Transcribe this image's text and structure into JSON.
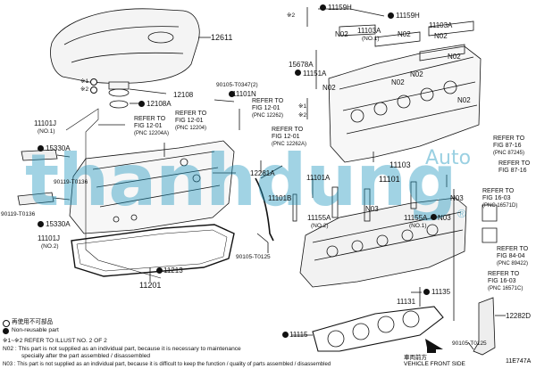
{
  "labels": {
    "p12611": "12611",
    "p11159h_a": "11159H",
    "p11159h_b": "11159H",
    "star2_top": "※2",
    "p15678a": "15678A",
    "p11103a_top": "11103A",
    "p11103a_no1": "11103A",
    "no1_a": "(NO.1)",
    "p11151a": "11151A",
    "n02_a": "N02",
    "n02_b": "N02",
    "n02_c": "N02",
    "n02_d": "N02",
    "n02_e": "N02",
    "n02_f": "N02",
    "n02_g": "N02",
    "n02_h": "N02",
    "p11103": "11103",
    "star1_a": "※1",
    "star2_a": "※2",
    "p12108": "12108",
    "p12108a": "12108A",
    "p90105_t0347": "90105-T0347(2)",
    "p11101n": "11101N",
    "p11101j_no1": "11101J",
    "no1_b": "(NO.1)",
    "p15330a_a": "15330A",
    "p15330a_b": "15330A",
    "p90119_t0136_a": "90119-T0136",
    "p90119_t0136_b": "90119-T0136",
    "p11101j_no2": "11101J",
    "no2_a": "(NO.2)",
    "p12281a": "12281A",
    "p11101b": "11101B",
    "p11101a": "11101A",
    "p11101": "11101",
    "p11155a_a": "11155A",
    "no2_b": "(NO.2)",
    "n03_a": "N03",
    "p11155a_b": "11155A",
    "no1_c": "(NO.1)",
    "n03_b": "N03",
    "n03_c": "N03",
    "p90105_t0125_a": "90105-T0125",
    "p11213": "11213",
    "p11201": "11201",
    "p11135": "11135",
    "p11131": "11131",
    "p11115": "11115",
    "p12282d": "12282D",
    "p90105_t0125_b": "90105-T0125",
    "star2_b": "※2",
    "star1_b": "※1"
  },
  "callouts": {
    "ref_a": {
      "line1": "REFER TO",
      "line2": "FIG 12-01",
      "pnc": "(PNC 12204A)"
    },
    "ref_b": {
      "line1": "REFER TO",
      "line2": "FIG 12-01",
      "pnc": "(PNC 12204)"
    },
    "ref_c": {
      "line1": "REFER TO",
      "line2": "FIG 12-01",
      "pnc": "(PNC 12262)"
    },
    "ref_d": {
      "line1": "REFER TO",
      "line2": "FIG 12-01",
      "pnc": "(PNC 12262A)"
    },
    "ref_e": {
      "line1": "REFER TO",
      "line2": "FIG 87-16",
      "pnc": "(PNC 87245)"
    },
    "ref_f": {
      "line1": "REFER TO",
      "line2": "FIG 87-16",
      "pnc": ""
    },
    "ref_g": {
      "line1": "REFER TO",
      "line2": "FIG 16-03",
      "pnc": "(PNC 16571D)"
    },
    "ref_h": {
      "line1": "REFER TO",
      "line2": "FIG 84-04",
      "pnc": "(PNC 89422)"
    },
    "ref_i": {
      "line1": "REFER TO",
      "line2": "FIG 16-03",
      "pnc": "(PNC 16571C)"
    }
  },
  "legend": {
    "reuse": "再使用不可部品",
    "nonreuse": "Non-reusable part",
    "illust": "※1~※2  REFER TO ILLUST NO. 2 OF 2",
    "n02": "N02 : This part is not supplied as an individual part, because it is necessary to maintenance",
    "n02b": "specially after the part assembled / disassembled",
    "n03": "N03 : This part is not supplied as an individual part, because it is difficult to keep the function / quality of parts  assembled / disassembled"
  },
  "front": {
    "jp": "車両前方",
    "en": "VEHICLE FRONT SIDE"
  },
  "diagram_code": "11E747A",
  "watermark": {
    "text": "thanhdung",
    "auto": "Auto",
    "reg": "®"
  }
}
